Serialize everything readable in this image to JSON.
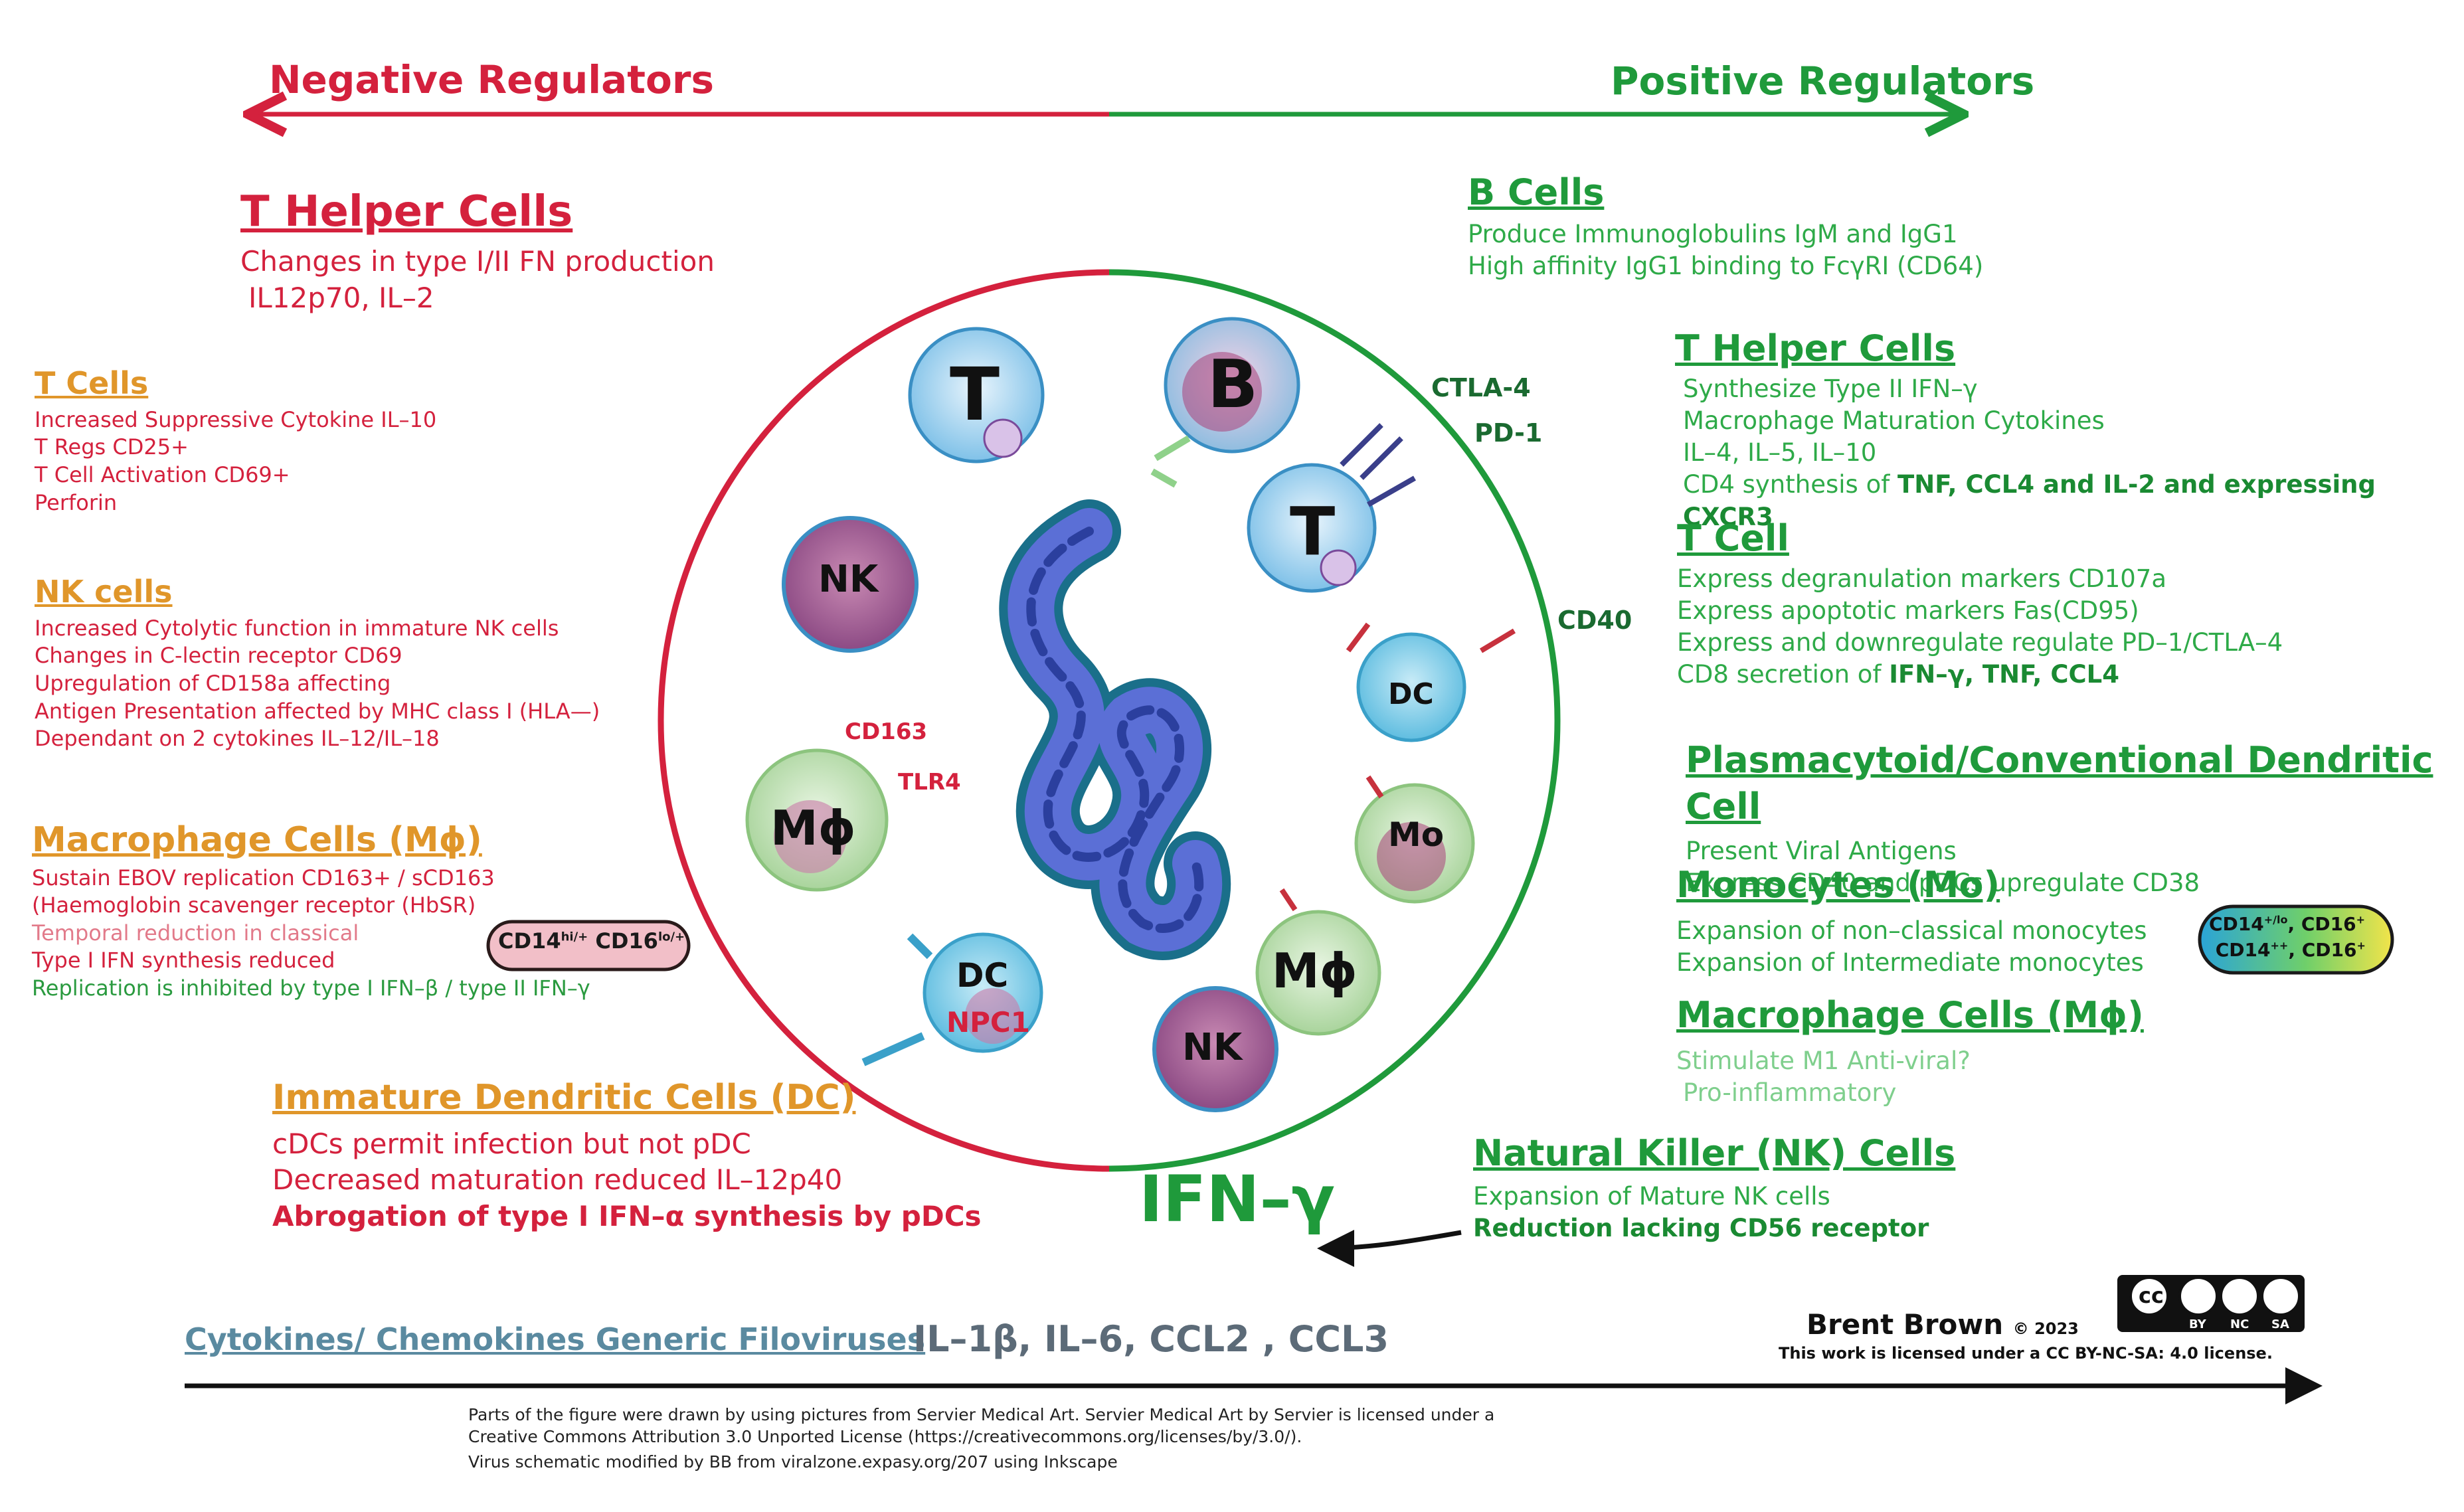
{
  "top_axis": {
    "negative_label": "Negative Regulators",
    "positive_label": "Positive Regulators"
  },
  "left": {
    "t_helper": {
      "title": "T Helper Cells",
      "lines": [
        "Changes in type I/II FN production",
        "IL12p70, IL–2"
      ]
    },
    "t_cells": {
      "title": "T Cells",
      "lines": [
        "Increased Suppressive Cytokine IL–10",
        "T Regs CD25+",
        "T Cell Activation CD69+",
        "Perforin"
      ]
    },
    "nk_cells": {
      "title": "NK cells",
      "lines": [
        "Increased Cytolytic function in immature NK cells",
        "Changes in C-lectin receptor CD69",
        "Upregulation of CD158a affecting",
        "Antigen Presentation affected by MHC class I (HLA—)",
        "Dependant on 2 cytokines IL–12/IL–18"
      ]
    },
    "macrophage": {
      "title": "Macrophage Cells (Mϕ)",
      "lines": [
        "Sustain EBOV replication CD163+ / sCD163",
        "(Haemoglobin scavenger receptor (HbSR)",
        "Temporal reduction in classical",
        "Type I IFN synthesis reduced"
      ],
      "green_line": "Replication is inhibited by type I IFN–β / type II IFN–γ",
      "badge": {
        "a": "CD14",
        "a_sup": "hi/+",
        "b": "CD16",
        "b_sup": "lo/+"
      }
    },
    "immature_dc": {
      "title": "Immature Dendritic Cells (DC)",
      "lines": [
        "cDCs permit infection but not pDC",
        "Decreased maturation reduced IL–12p40"
      ],
      "bold_line": "Abrogation of type I IFN–α synthesis by pDCs"
    }
  },
  "right": {
    "b_cells": {
      "title": "B Cells",
      "lines": [
        "Produce Immunoglobulins IgM and IgG1",
        "High affinity IgG1 binding to FcγRI  (CD64)"
      ]
    },
    "t_helper": {
      "title": "T Helper Cells",
      "lines": [
        "Synthesize Type II IFN–γ",
        "Macrophage Maturation Cytokines",
        "IL–4, IL–5, IL–10"
      ],
      "last_prefix": "CD4 synthesis of ",
      "last_bold": "TNF, CCL4 and IL-2 and expressing CXCR3"
    },
    "t_cell": {
      "title": "T Cell",
      "lines": [
        "Express degranulation markers CD107a",
        "Express apoptotic markers Fas(CD95)",
        "Express and downregulate regulate PD–1/CTLA–4"
      ],
      "last_prefix": "CD8 secretion of ",
      "last_bold": "IFN–γ, TNF, CCL4"
    },
    "pdc": {
      "title": "Plasmacytoid/Conventional Dendritic Cell",
      "lines": [
        "Present Viral Antigens",
        "Express CD40 and pDCs upregulate CD38"
      ]
    },
    "monocytes": {
      "title": "Monocytes (Mo)",
      "lines": [
        "Expansion of non–classical monocytes",
        "Expansion of  Intermediate monocytes"
      ],
      "badge": {
        "l1a": "CD14",
        "l1a_sup": "+/lo",
        "l1b": ", CD16",
        "l1b_sup": "+",
        "l2a": "CD14",
        "l2a_sup": "++",
        "l2b": ", CD16",
        "l2b_sup": "+"
      }
    },
    "macrophage": {
      "title": "Macrophage Cells (Mϕ)",
      "lines": [
        "Stimulate M1 Anti-viral?",
        "Pro-inflammatory"
      ]
    },
    "nk": {
      "title": "Natural Killer (NK) Cells",
      "lines": [
        "Expansion of Mature NK cells"
      ],
      "bold_line": "Reduction lacking CD56 receptor"
    }
  },
  "center": {
    "ifn": "IFN–γ",
    "markers": {
      "ctla4": "CTLA-4",
      "pd1": "PD-1",
      "cd40": "CD40",
      "cd163": "CD163",
      "tlr4": "TLR4",
      "npc1": "NPC1"
    },
    "cells": {
      "t_top": "T",
      "b": "B",
      "t_right": "T",
      "nk_left": "NK",
      "dc_right": "DC",
      "mac_left": "Mϕ",
      "mo": "Mo",
      "mac_right": "Mϕ",
      "dc_bottom": "DC",
      "nk_bottom": "NK"
    }
  },
  "bottom": {
    "cytokines_label": "Cytokines/ Chemokines Generic Filoviruses",
    "cytokines_list": "IL–1β, IL–6,  CCL2 , CCL3",
    "author": "Brent Brown",
    "year": "© 2023",
    "license": "This work is licensed under a CC BY-NC-SA: 4.0 license.",
    "cc_badge": {
      "main": "cc",
      "by": "BY",
      "nc": "NC",
      "sa": "SA"
    },
    "credits": [
      "Parts of the figure were drawn by using pictures from Servier Medical Art. Servier Medical Art by Servier is licensed under a",
      "Creative Commons Attribution 3.0 Unported License (https://creativecommons.org/licenses/by/3.0/).",
      "Virus schematic modified by BB from viralzone.expasy.org/207 using Inkscape"
    ]
  },
  "colors": {
    "negative": "#d4213d",
    "positive": "#1f9a3b",
    "orange": "#e0962a",
    "arrow": "#111111"
  }
}
